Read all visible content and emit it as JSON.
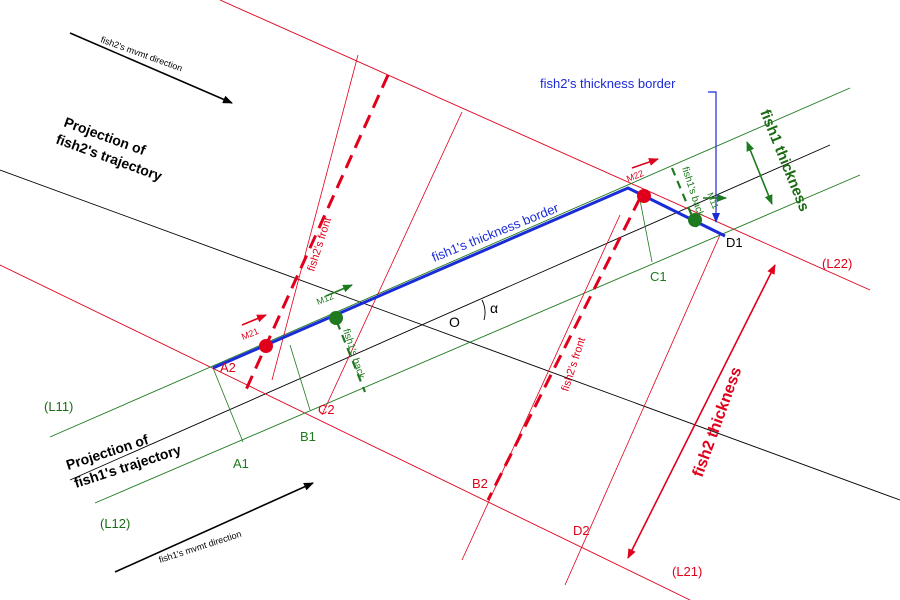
{
  "labels": {
    "fish2_mvmt": "fish2's mvmt direction",
    "fish1_mvmt": "fish1's mvmt direction",
    "proj_fish2_line1": "Projection of",
    "proj_fish2_line2": "fish2's trajectory",
    "proj_fish1_line1": "Projection of",
    "proj_fish1_line2": "fish1's trajectory",
    "fish2_border": "fish2's thickness border",
    "fish1_border": "fish1's thickness border",
    "fish1_thickness": "fish1 thickness",
    "fish2_thickness": "fish2 thickness",
    "fish2_front_1": "fish2's front",
    "fish2_front_2": "fish2's front",
    "fish1_back_1": "fish1's back",
    "fish1_back_2": "fish1's back"
  },
  "points": {
    "A1": "A1",
    "A2": "A2",
    "B1": "B1",
    "B2": "B2",
    "C1": "C1",
    "C2": "C2",
    "D1": "D1",
    "D2": "D2",
    "O": "O",
    "alpha": "α",
    "M21": "M21",
    "M12": "M12",
    "M22": "M22",
    "M11": "M11"
  },
  "lines": {
    "L11": "(L11)",
    "L12": "(L12)",
    "L21": "(L21)",
    "L22": "(L22)"
  },
  "colors": {
    "red": "#e0001b",
    "green": "#1f7a1f",
    "blue": "#1a2bd8",
    "black": "#000000"
  }
}
